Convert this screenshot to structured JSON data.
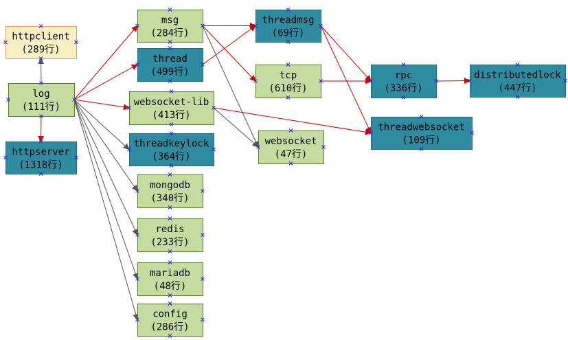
{
  "colors": {
    "green_fill": "#c6dba0",
    "green_border": "#4e7a2a",
    "peach_fill": "#f8f0c4",
    "peach_border": "#e0a060",
    "teal_fill": "#2e8ba0",
    "teal_border": "#1f6a7c",
    "red_edge": "#cc0000",
    "gray_edge": "#555555",
    "marker": "#2020ff"
  },
  "nodes": [
    {
      "id": "httpclient",
      "name": "httpclient",
      "lines": "(289行)",
      "style": "peach"
    },
    {
      "id": "log",
      "name": "log",
      "lines": "(111行)",
      "style": "green"
    },
    {
      "id": "httpserver",
      "name": "httpserver",
      "lines": "(1318行)",
      "style": "teal"
    },
    {
      "id": "msg",
      "name": "msg",
      "lines": "(284行)",
      "style": "green"
    },
    {
      "id": "thread",
      "name": "thread",
      "lines": "(499行)",
      "style": "teal"
    },
    {
      "id": "websocket-lib",
      "name": "websocket-lib",
      "lines": "(413行)",
      "style": "green"
    },
    {
      "id": "threadkeylock",
      "name": "threadkeylock",
      "lines": "(364行)",
      "style": "teal"
    },
    {
      "id": "mongodb",
      "name": "mongodb",
      "lines": "(340行)",
      "style": "green"
    },
    {
      "id": "redis",
      "name": "redis",
      "lines": "(233行)",
      "style": "green"
    },
    {
      "id": "mariadb",
      "name": "mariadb",
      "lines": "(48行)",
      "style": "green"
    },
    {
      "id": "config",
      "name": "config",
      "lines": "(286行)",
      "style": "green"
    },
    {
      "id": "threadmsg",
      "name": "threadmsg",
      "lines": "(69行)",
      "style": "teal"
    },
    {
      "id": "tcp",
      "name": "tcp",
      "lines": "(610行)",
      "style": "green"
    },
    {
      "id": "websocket",
      "name": "websocket",
      "lines": "(47行)",
      "style": "green"
    },
    {
      "id": "rpc",
      "name": "rpc",
      "lines": "(336行)",
      "style": "teal"
    },
    {
      "id": "threadwebsocket",
      "name": "threadwebsocket",
      "lines": "(109行)",
      "style": "teal"
    },
    {
      "id": "distributedlock",
      "name": "distributedlock",
      "lines": "(447行)",
      "style": "teal"
    }
  ],
  "edges": [
    {
      "from": "log",
      "to": "httpclient",
      "color": "gray"
    },
    {
      "from": "log",
      "to": "httpserver",
      "color": "red"
    },
    {
      "from": "log",
      "to": "msg",
      "color": "red"
    },
    {
      "from": "log",
      "to": "thread",
      "color": "red"
    },
    {
      "from": "log",
      "to": "websocket-lib",
      "color": "red"
    },
    {
      "from": "log",
      "to": "threadkeylock",
      "color": "gray"
    },
    {
      "from": "log",
      "to": "mongodb",
      "color": "gray"
    },
    {
      "from": "log",
      "to": "redis",
      "color": "gray"
    },
    {
      "from": "log",
      "to": "mariadb",
      "color": "gray"
    },
    {
      "from": "log",
      "to": "config",
      "color": "gray"
    },
    {
      "from": "msg",
      "to": "threadmsg",
      "color": "red"
    },
    {
      "from": "thread",
      "to": "threadmsg",
      "color": "red"
    },
    {
      "from": "msg",
      "to": "tcp",
      "color": "red"
    },
    {
      "from": "msg",
      "to": "websocket",
      "color": "gray"
    },
    {
      "from": "websocket-lib",
      "to": "websocket",
      "color": "gray"
    },
    {
      "from": "threadmsg",
      "to": "rpc",
      "color": "red"
    },
    {
      "from": "threadmsg",
      "to": "threadwebsocket",
      "color": "red"
    },
    {
      "from": "tcp",
      "to": "rpc",
      "color": "red"
    },
    {
      "from": "websocket-lib",
      "to": "threadwebsocket",
      "color": "red"
    },
    {
      "from": "rpc",
      "to": "distributedlock",
      "color": "red"
    }
  ]
}
